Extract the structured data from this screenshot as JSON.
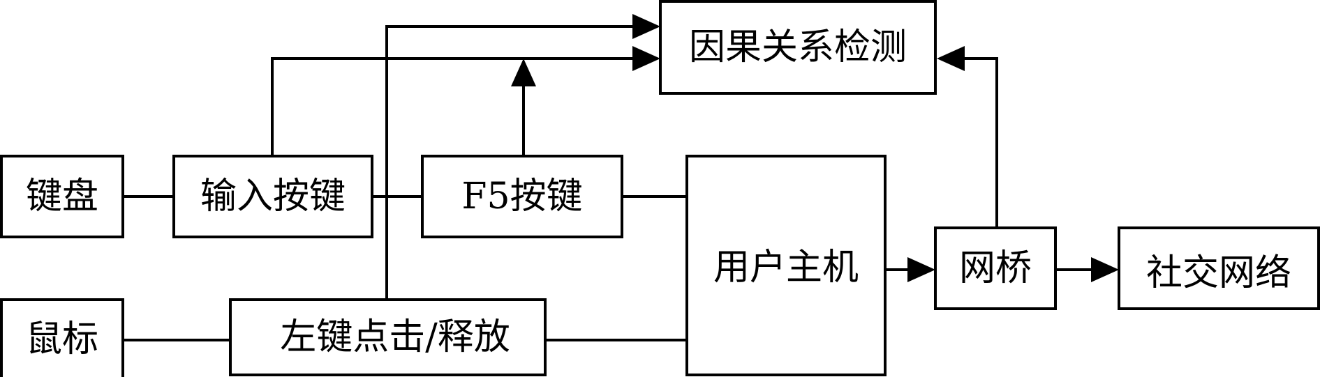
{
  "nodes": {
    "causal_detection": "因果关系检测",
    "keyboard": "键盘",
    "input_key": "输入按键",
    "f5_key": "F5按键",
    "user_host": "用户主机",
    "bridge": "网桥",
    "social_network": "社交网络",
    "mouse": "鼠标",
    "left_click": "左键点击/释放"
  },
  "edges": [
    {
      "from": "keyboard",
      "to": "input_key",
      "arrow": false
    },
    {
      "from": "input_key",
      "to": "f5_key",
      "arrow": false
    },
    {
      "from": "f5_key",
      "to": "user_host",
      "arrow": false
    },
    {
      "from": "mouse",
      "to": "left_click",
      "arrow": false
    },
    {
      "from": "left_click",
      "to": "user_host",
      "arrow": false
    },
    {
      "from": "input_key",
      "to": "causal_detection",
      "arrow": true
    },
    {
      "from": "left_click",
      "to": "causal_detection",
      "arrow": true
    },
    {
      "from": "f5_key",
      "to": "causal_detection",
      "arrow": true
    },
    {
      "from": "user_host",
      "to": "bridge",
      "arrow": true
    },
    {
      "from": "bridge",
      "to": "social_network",
      "arrow": true
    },
    {
      "from": "bridge",
      "to": "causal_detection",
      "arrow": true
    }
  ],
  "colors": {
    "stroke": "#000000",
    "fill": "#ffffff"
  }
}
